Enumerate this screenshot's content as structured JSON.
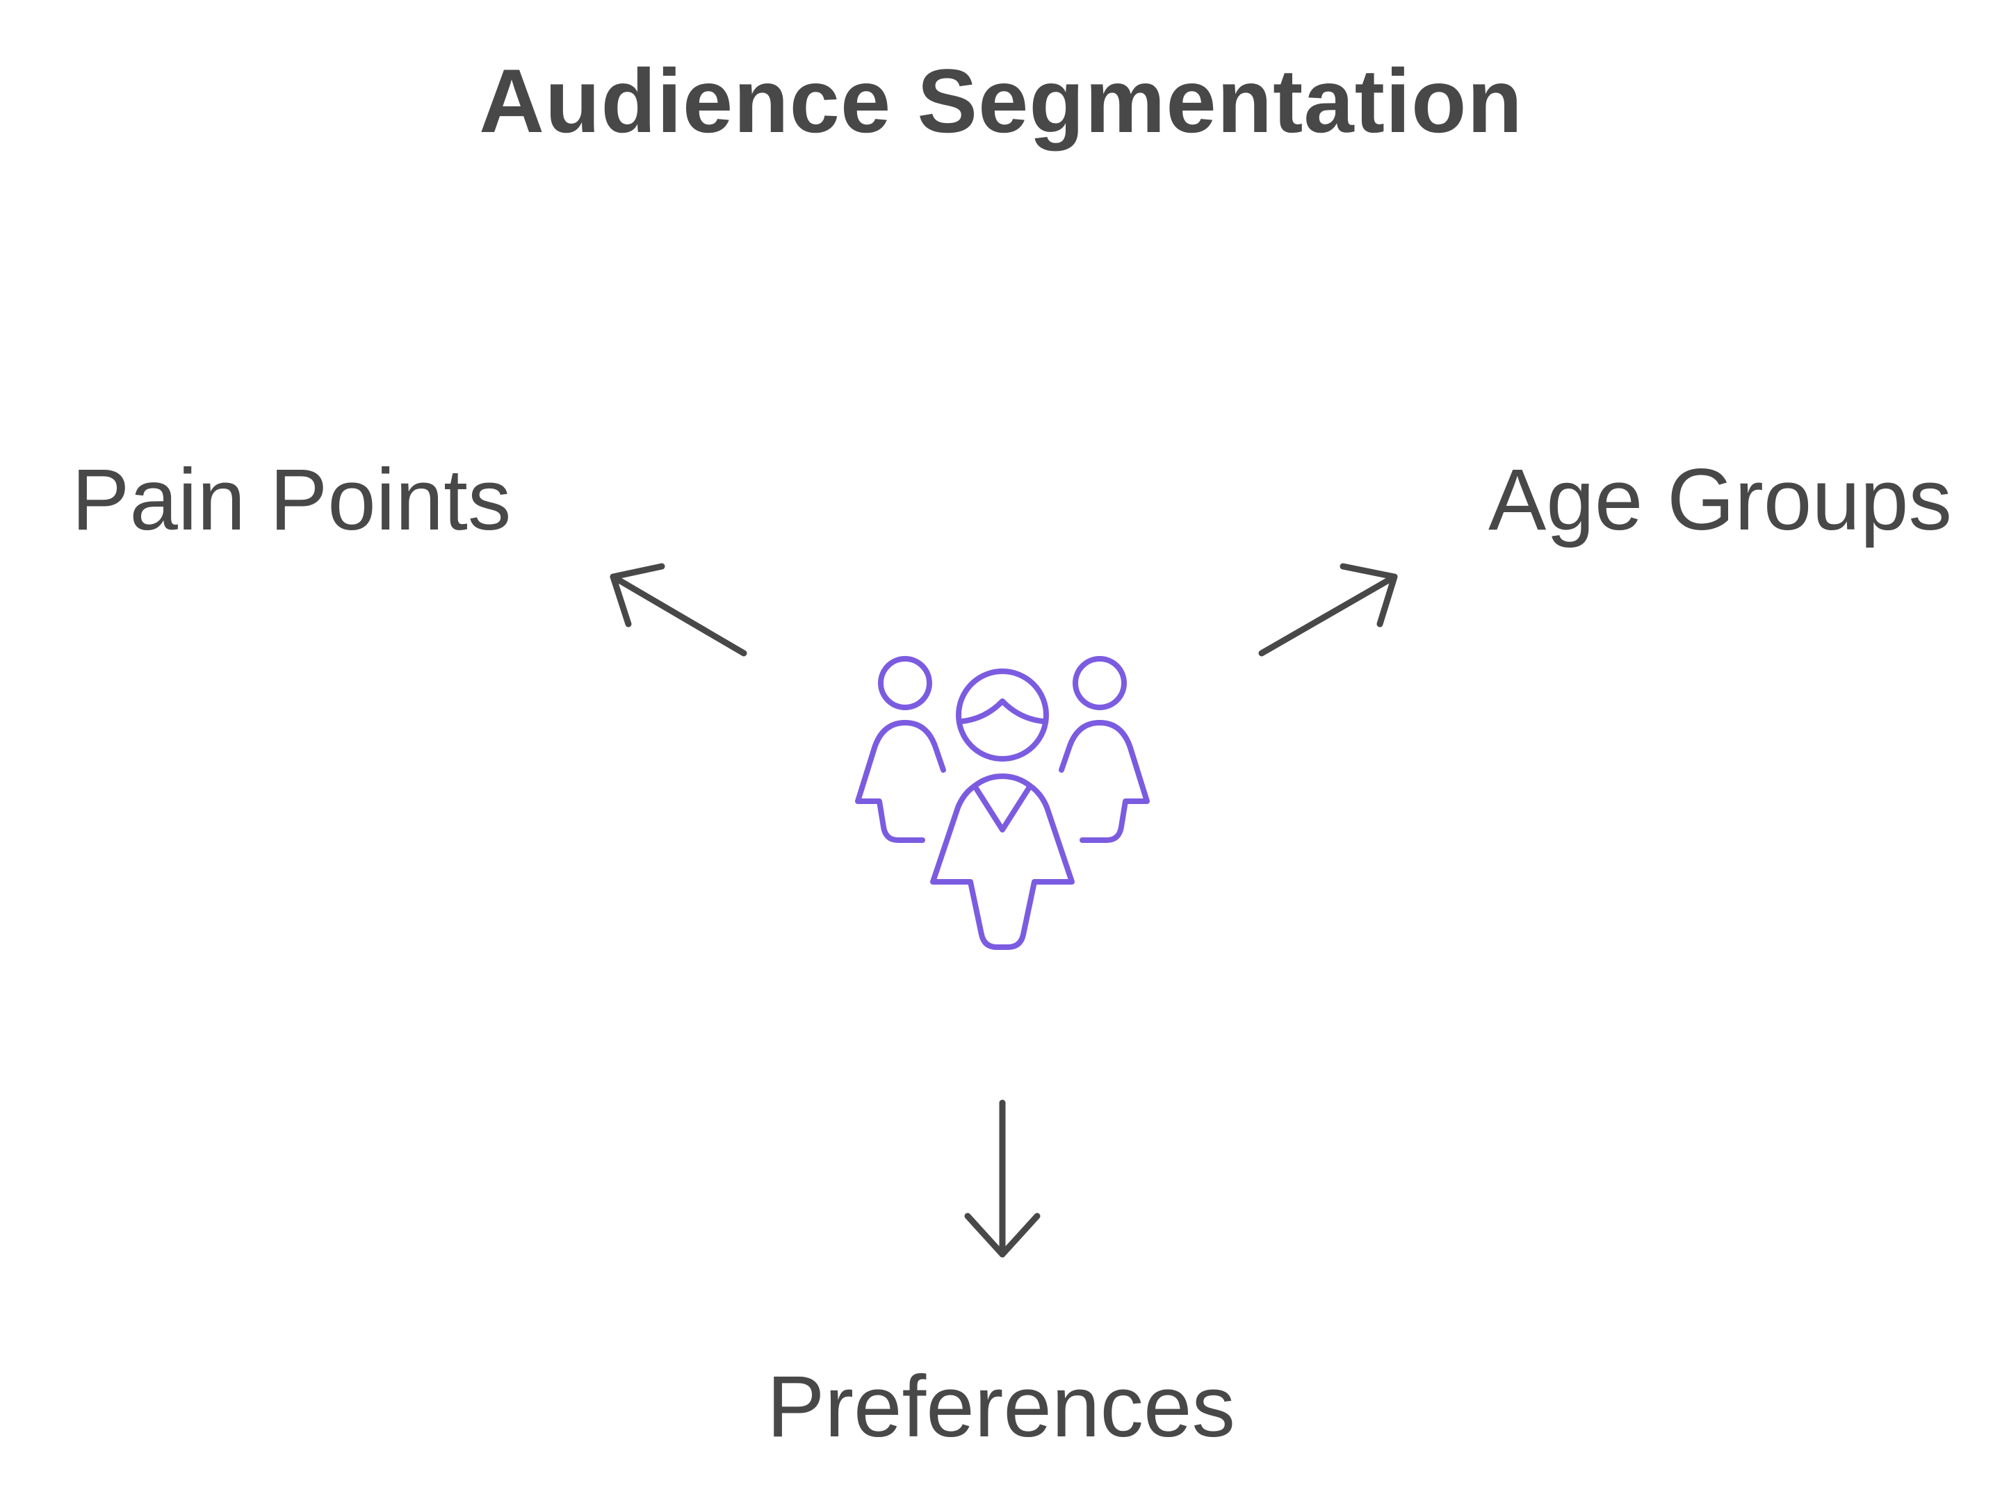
{
  "diagram": {
    "title": "Audience Segmentation",
    "center_icon": "audience-group-icon",
    "branches": [
      {
        "label": "Pain Points",
        "direction": "upper-left"
      },
      {
        "label": "Age Groups",
        "direction": "upper-right"
      },
      {
        "label": "Preferences",
        "direction": "down"
      }
    ]
  },
  "colors": {
    "text": "#484848",
    "arrow": "#484848",
    "icon": "#7B5CE0",
    "background": "#FFFFFF"
  }
}
